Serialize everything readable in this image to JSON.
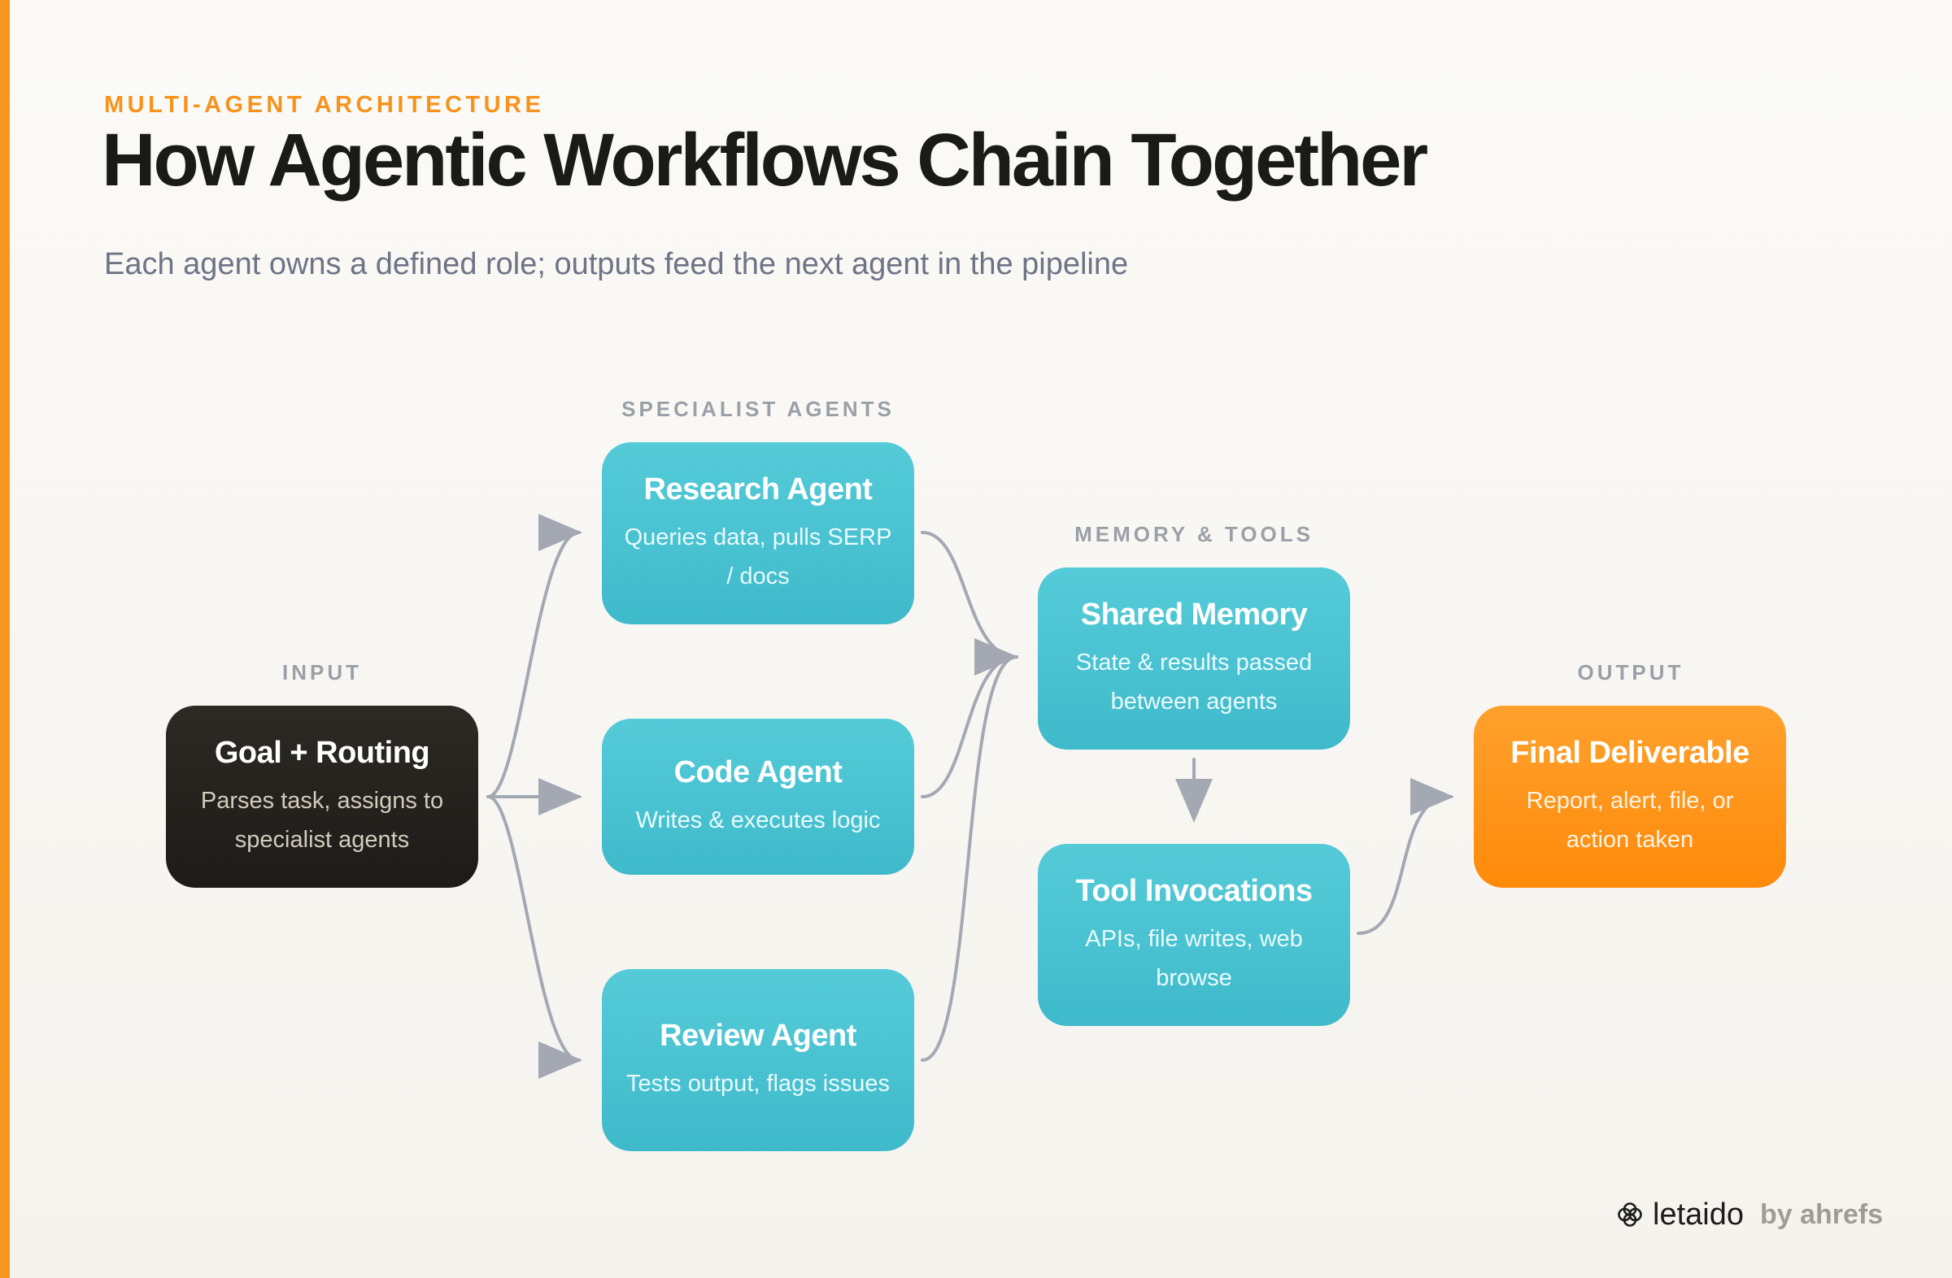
{
  "header": {
    "eyebrow": "MULTI-AGENT ARCHITECTURE",
    "title": "How Agentic Workflows Chain Together",
    "subtitle": "Each agent owns a defined role; outputs feed the next agent in the pipeline"
  },
  "columns": {
    "input": "INPUT",
    "specialists": "SPECIALIST AGENTS",
    "memory_tools": "MEMORY & TOOLS",
    "output": "OUTPUT"
  },
  "nodes": {
    "goal": {
      "title": "Goal + Routing",
      "desc": "Parses task, assigns to specialist agents"
    },
    "research": {
      "title": "Research Agent",
      "desc": "Queries data, pulls SERP / docs"
    },
    "code": {
      "title": "Code Agent",
      "desc": "Writes & executes logic"
    },
    "review": {
      "title": "Review Agent",
      "desc": "Tests output, flags issues"
    },
    "memory": {
      "title": "Shared Memory",
      "desc": "State & results passed between agents"
    },
    "tools": {
      "title": "Tool Invocations",
      "desc": "APIs, file writes, web browse"
    },
    "final": {
      "title": "Final Deliverable",
      "desc": "Report, alert, file, or action taken"
    }
  },
  "brand": {
    "name": "letaido",
    "by": "by ahrefs"
  },
  "colors": {
    "accent": "#f7961f",
    "teal": "#46bfcf",
    "dark": "#24211d",
    "orange": "#ff9518",
    "connector": "#a3a8b3"
  }
}
